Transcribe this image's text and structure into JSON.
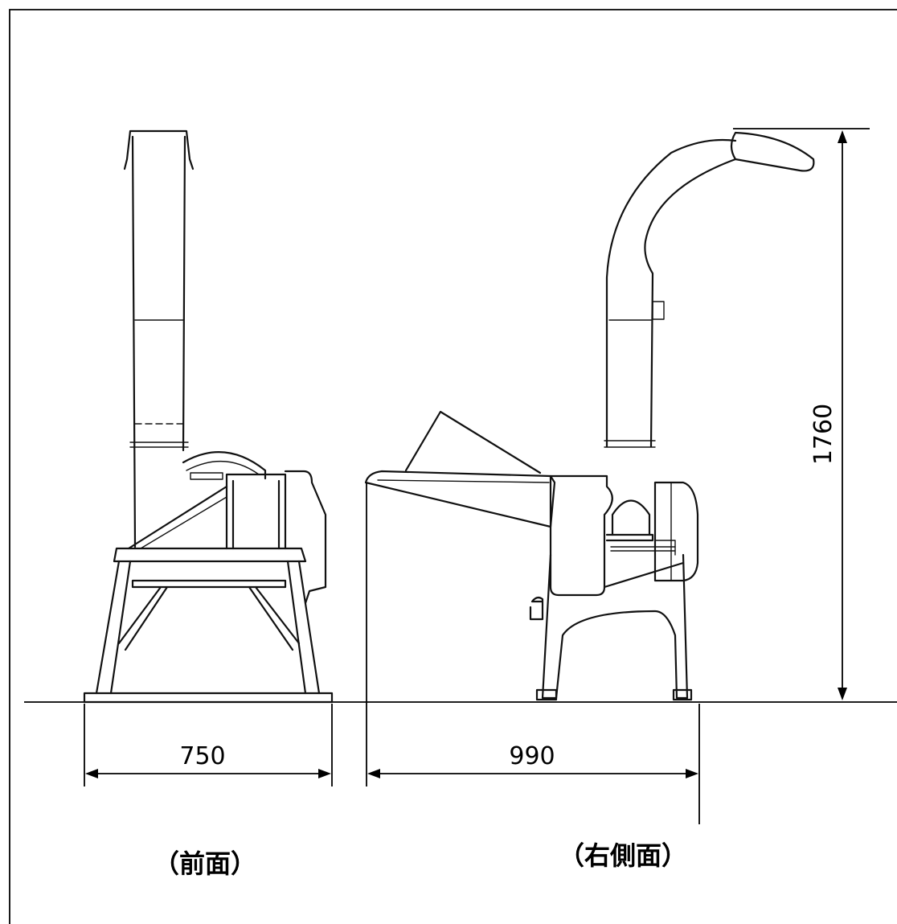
{
  "dimensions": {
    "front_width": "750",
    "side_depth": "990",
    "height": "1760"
  },
  "captions": {
    "front_view": "（前面）",
    "right_side_view": "（右側面）"
  }
}
